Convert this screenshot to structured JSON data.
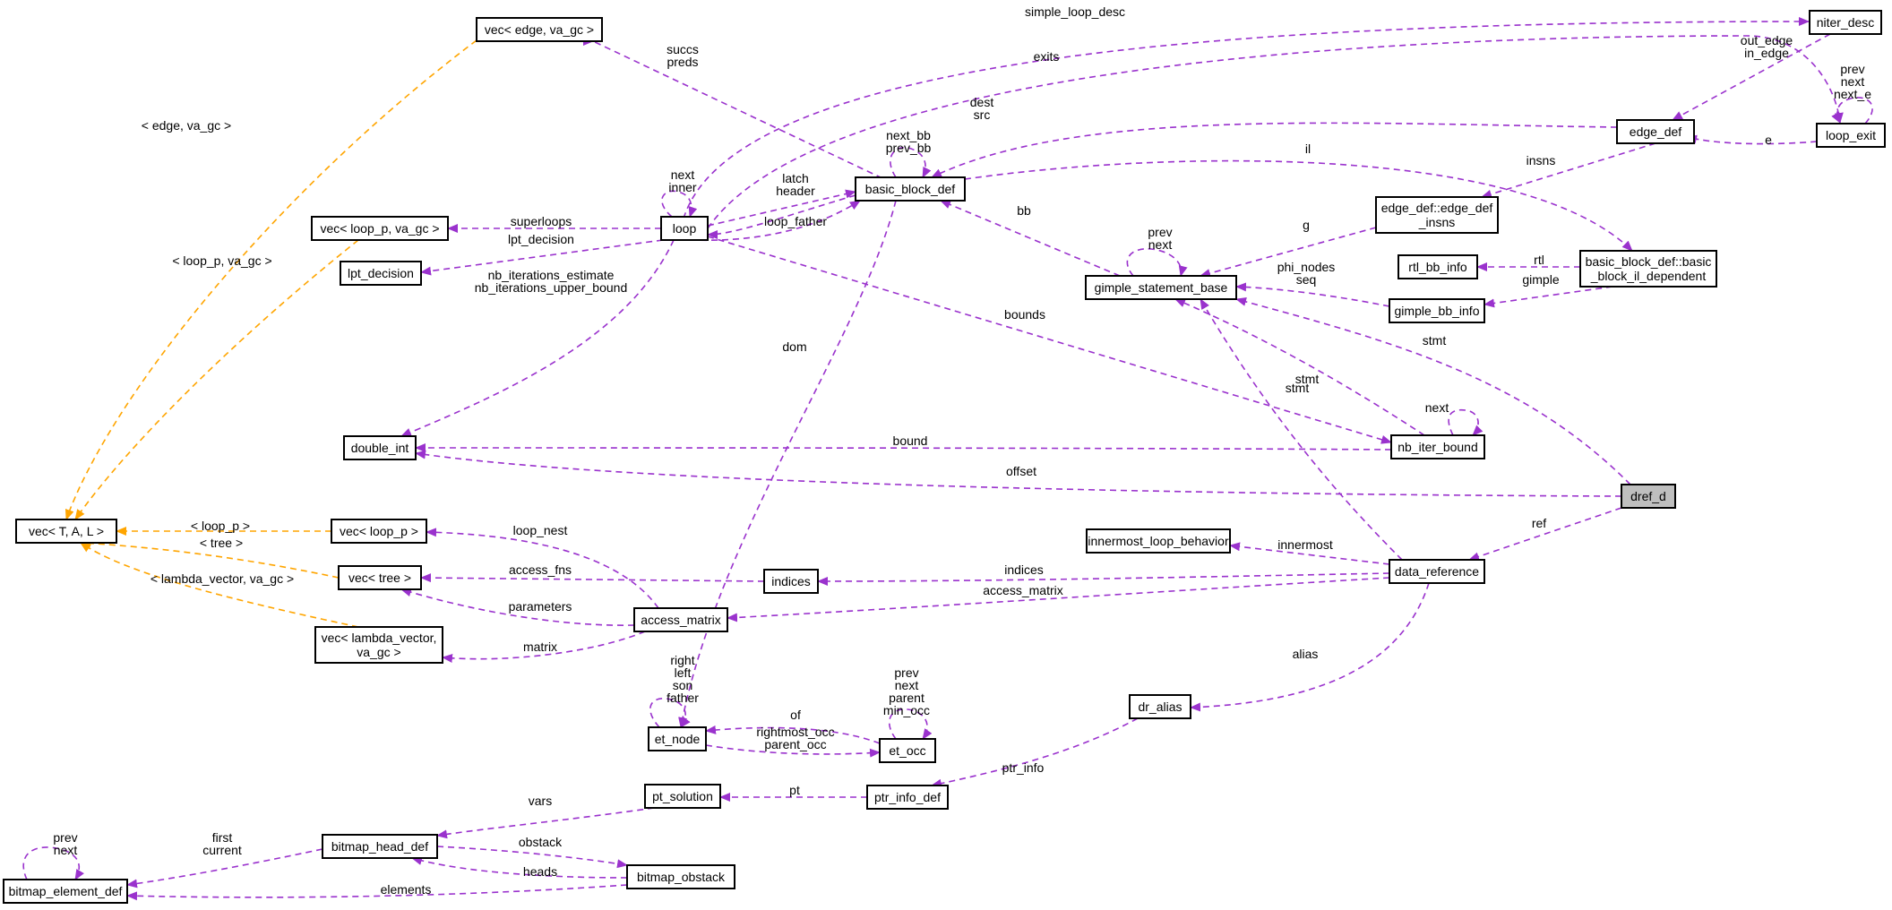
{
  "diagram": {
    "colors": {
      "member": "#9a32cd",
      "template": "#ffa500",
      "node_border": "#000000",
      "focus_fill": "#bfbfbf"
    },
    "nodes": [
      {
        "id": "vec_edge",
        "label": "vec< edge, va_gc >",
        "lines": [
          "vec< edge, va_gc >"
        ]
      },
      {
        "id": "niter_desc",
        "label": "niter_desc",
        "lines": [
          "niter_desc"
        ]
      },
      {
        "id": "edge_def",
        "label": "edge_def",
        "lines": [
          "edge_def"
        ]
      },
      {
        "id": "loop_exit",
        "label": "loop_exit",
        "lines": [
          "loop_exit"
        ]
      },
      {
        "id": "basic_block_def",
        "label": "basic_block_def",
        "lines": [
          "basic_block_def"
        ]
      },
      {
        "id": "vec_loop_p_gc",
        "label": "vec< loop_p, va_gc >",
        "lines": [
          "vec< loop_p, va_gc >"
        ]
      },
      {
        "id": "loop",
        "label": "loop",
        "lines": [
          "loop"
        ]
      },
      {
        "id": "lpt_decision",
        "label": "lpt_decision",
        "lines": [
          "lpt_decision"
        ]
      },
      {
        "id": "edge_def_insns",
        "label": "edge_def::edge_def_insns",
        "lines": [
          "edge_def::edge_def",
          "_insns"
        ]
      },
      {
        "id": "rtl_bb_info",
        "label": "rtl_bb_info",
        "lines": [
          "rtl_bb_info"
        ]
      },
      {
        "id": "bb_il_dependent",
        "label": "basic_block_def::basic_block_il_dependent",
        "lines": [
          "basic_block_def::basic",
          "_block_il_dependent"
        ]
      },
      {
        "id": "gimple_statement_base",
        "label": "gimple_statement_base",
        "lines": [
          "gimple_statement_base"
        ]
      },
      {
        "id": "gimple_bb_info",
        "label": "gimple_bb_info",
        "lines": [
          "gimple_bb_info"
        ]
      },
      {
        "id": "double_int",
        "label": "double_int",
        "lines": [
          "double_int"
        ]
      },
      {
        "id": "nb_iter_bound",
        "label": "nb_iter_bound",
        "lines": [
          "nb_iter_bound"
        ]
      },
      {
        "id": "dref_d",
        "label": "dref_d",
        "lines": [
          "dref_d"
        ]
      },
      {
        "id": "vec_TAL",
        "label": "vec< T, A, L >",
        "lines": [
          "vec< T, A, L >"
        ]
      },
      {
        "id": "vec_loop_p",
        "label": "vec< loop_p >",
        "lines": [
          "vec< loop_p >"
        ]
      },
      {
        "id": "innermost_loop_behavior",
        "label": "innermost_loop_behavior",
        "lines": [
          "innermost_loop_behavior"
        ]
      },
      {
        "id": "vec_tree",
        "label": "vec< tree >",
        "lines": [
          "vec< tree >"
        ]
      },
      {
        "id": "indices",
        "label": "indices",
        "lines": [
          "indices"
        ]
      },
      {
        "id": "data_reference",
        "label": "data_reference",
        "lines": [
          "data_reference"
        ]
      },
      {
        "id": "access_matrix",
        "label": "access_matrix",
        "lines": [
          "access_matrix"
        ]
      },
      {
        "id": "vec_lambda",
        "label": "vec< lambda_vector, va_gc >",
        "lines": [
          "vec< lambda_vector,",
          "va_gc >"
        ]
      },
      {
        "id": "et_node",
        "label": "et_node",
        "lines": [
          "et_node"
        ]
      },
      {
        "id": "et_occ",
        "label": "et_occ",
        "lines": [
          "et_occ"
        ]
      },
      {
        "id": "dr_alias",
        "label": "dr_alias",
        "lines": [
          "dr_alias"
        ]
      },
      {
        "id": "pt_solution",
        "label": "pt_solution",
        "lines": [
          "pt_solution"
        ]
      },
      {
        "id": "ptr_info_def",
        "label": "ptr_info_def",
        "lines": [
          "ptr_info_def"
        ]
      },
      {
        "id": "bitmap_head_def",
        "label": "bitmap_head_def",
        "lines": [
          "bitmap_head_def"
        ]
      },
      {
        "id": "bitmap_obstack",
        "label": "bitmap_obstack",
        "lines": [
          "bitmap_obstack"
        ]
      },
      {
        "id": "bitmap_element_def",
        "label": "bitmap_element_def",
        "lines": [
          "bitmap_element_def"
        ]
      }
    ],
    "edge_labels": [
      {
        "id": "succs_preds",
        "lines": [
          "succs",
          "preds"
        ]
      },
      {
        "id": "simple_loop_desc",
        "lines": [
          "simple_loop_desc"
        ]
      },
      {
        "id": "exits",
        "lines": [
          "exits"
        ]
      },
      {
        "id": "out_in_edge",
        "lines": [
          "out_edge",
          "in_edge"
        ]
      },
      {
        "id": "le_prev_next",
        "lines": [
          "prev",
          "next",
          "next_e"
        ]
      },
      {
        "id": "dest_src",
        "lines": [
          "dest",
          "src"
        ]
      },
      {
        "id": "next_prev_bb",
        "lines": [
          "next_bb",
          "prev_bb"
        ]
      },
      {
        "id": "il",
        "lines": [
          "il"
        ]
      },
      {
        "id": "e",
        "lines": [
          "e"
        ]
      },
      {
        "id": "insns",
        "lines": [
          "insns"
        ]
      },
      {
        "id": "next_inner",
        "lines": [
          "next",
          "inner"
        ]
      },
      {
        "id": "latch_header",
        "lines": [
          "latch",
          "header"
        ]
      },
      {
        "id": "edge_vaGC",
        "lines": [
          "< edge, va_gc >"
        ]
      },
      {
        "id": "superloops",
        "lines": [
          "superloops"
        ]
      },
      {
        "id": "loop_father",
        "lines": [
          "loop_father"
        ]
      },
      {
        "id": "bb",
        "lines": [
          "bb"
        ]
      },
      {
        "id": "g",
        "lines": [
          "g"
        ]
      },
      {
        "id": "gsb_prev_next",
        "lines": [
          "prev",
          "next"
        ]
      },
      {
        "id": "lpt_dec",
        "lines": [
          "lpt_decision"
        ]
      },
      {
        "id": "loopp_vaGC",
        "lines": [
          "< loop_p, va_gc >"
        ]
      },
      {
        "id": "rtl",
        "lines": [
          "rtl"
        ]
      },
      {
        "id": "gimple",
        "lines": [
          "gimple"
        ]
      },
      {
        "id": "phi_seq",
        "lines": [
          "phi_nodes",
          "seq"
        ]
      },
      {
        "id": "nb_est",
        "lines": [
          "nb_iterations_estimate",
          "nb_iterations_upper_bound"
        ]
      },
      {
        "id": "bounds",
        "lines": [
          "bounds"
        ]
      },
      {
        "id": "stmt1",
        "lines": [
          "stmt"
        ]
      },
      {
        "id": "stmt2",
        "lines": [
          "stmt"
        ]
      },
      {
        "id": "dom",
        "lines": [
          "dom"
        ]
      },
      {
        "id": "stmt3",
        "lines": [
          "stmt"
        ]
      },
      {
        "id": "nib_next",
        "lines": [
          "next"
        ]
      },
      {
        "id": "bound",
        "lines": [
          "bound"
        ]
      },
      {
        "id": "offset",
        "lines": [
          "offset"
        ]
      },
      {
        "id": "loop_p_tpl",
        "lines": [
          "< loop_p >"
        ]
      },
      {
        "id": "loop_nest",
        "lines": [
          "loop_nest"
        ]
      },
      {
        "id": "ref",
        "lines": [
          "ref"
        ]
      },
      {
        "id": "tree_tpl",
        "lines": [
          "< tree >"
        ]
      },
      {
        "id": "innermost",
        "lines": [
          "innermost"
        ]
      },
      {
        "id": "access_fns",
        "lines": [
          "access_fns"
        ]
      },
      {
        "id": "indices_l",
        "lines": [
          "indices"
        ]
      },
      {
        "id": "lambda_tpl",
        "lines": [
          "< lambda_vector, va_gc >"
        ]
      },
      {
        "id": "access_matrix_l",
        "lines": [
          "access_matrix"
        ]
      },
      {
        "id": "parameters",
        "lines": [
          "parameters"
        ]
      },
      {
        "id": "matrix",
        "lines": [
          "matrix"
        ]
      },
      {
        "id": "alias",
        "lines": [
          "alias"
        ]
      },
      {
        "id": "etn_self",
        "lines": [
          "right",
          "left",
          "son",
          "father"
        ]
      },
      {
        "id": "eto_self",
        "lines": [
          "prev",
          "next",
          "parent",
          "min_occ"
        ]
      },
      {
        "id": "of",
        "lines": [
          "of"
        ]
      },
      {
        "id": "rm_parent",
        "lines": [
          "rightmost_occ",
          "parent_occ"
        ]
      },
      {
        "id": "ptr_info",
        "lines": [
          "ptr_info"
        ]
      },
      {
        "id": "pt",
        "lines": [
          "pt"
        ]
      },
      {
        "id": "vars",
        "lines": [
          "vars"
        ]
      },
      {
        "id": "bed_prev_next",
        "lines": [
          "prev",
          "next"
        ]
      },
      {
        "id": "first_current",
        "lines": [
          "first",
          "current"
        ]
      },
      {
        "id": "obstack",
        "lines": [
          "obstack"
        ]
      },
      {
        "id": "heads",
        "lines": [
          "heads"
        ]
      },
      {
        "id": "elements",
        "lines": [
          "elements"
        ]
      }
    ]
  }
}
